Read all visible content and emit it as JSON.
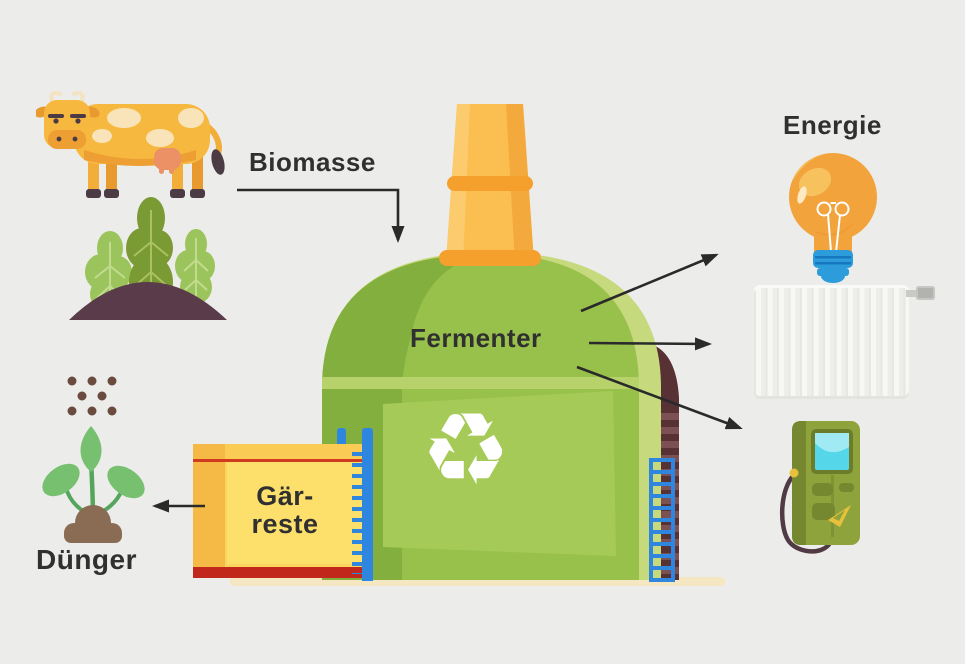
{
  "labels": {
    "biomasse": "Biomasse",
    "fermenter": "Fermenter",
    "energie": "Energie",
    "gaerreste_line1": "Gär-",
    "gaerreste_line2": "reste",
    "duenger": "Dünger"
  },
  "icons": {
    "recycle_glyph": "♻",
    "names": [
      "cow-icon",
      "crops-icon",
      "recycle-icon",
      "lightbulb-icon",
      "radiator-icon",
      "fuel-pump-icon",
      "seeds-icon",
      "seedling-icon",
      "chimney",
      "silo",
      "ladder"
    ]
  },
  "colors": {
    "background": "#ececea",
    "text": "#303030",
    "arrow": "#2a2a2a",
    "fermenter_green": "#98c14c",
    "fermenter_light_rim": "#c6da7d",
    "fermenter_dark": "#83af3f",
    "fermenter_band": "#b7d26b",
    "fermenter_panel": "#a6ca58",
    "chimney_yellow": "#fbbe51",
    "chimney_ring": "#f59f2d",
    "silo_brown": "#573134",
    "silo_stripe": "#7d5154",
    "pipe_blue": "#2e86de",
    "residue_box_yellow": "#fbd45e",
    "residue_box_left_band": "#f5b945",
    "residue_box_red_line": "#d03a1e",
    "residue_box_bottom": "#c1271b",
    "bulb_orange": "#f2a33b",
    "bulb_base_blue": "#2d9cdb",
    "radiator_white": "#f2f2ef",
    "pump_green": "#8fa33c",
    "ground_beige": "#f6e7c3",
    "cow_yellow": "#f6b83f",
    "plant_light_green": "#9cc45c",
    "plant_dark_green": "#7a9a33",
    "soil_brown": "#8a6b53",
    "mound_purple": "#5a3b4a",
    "seed_brown": "#6b4a3f"
  }
}
